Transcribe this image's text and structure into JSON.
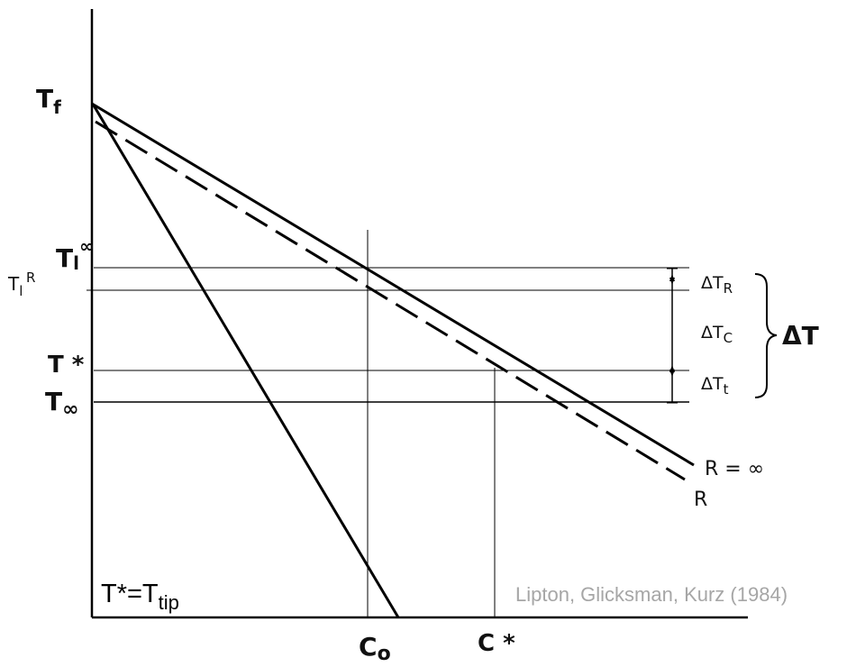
{
  "figure": {
    "y_axis_labels": {
      "t_f": "T",
      "t_f_sub": "f",
      "t_l_inf": "T",
      "t_l_inf_sub": "l",
      "t_l_inf_sup": "∞",
      "t_l_r": "T",
      "t_l_r_sub": "l",
      "t_l_r_sup": "R",
      "t_star": "T *",
      "t_inf": "T",
      "t_inf_sub": "∞"
    },
    "x_axis_labels": {
      "c_0": "C",
      "c_0_sub": "o",
      "c_star": "C *"
    },
    "undercooling": {
      "dt_r": "ΔT",
      "dt_r_sub": "R",
      "dt_c": "ΔT",
      "dt_c_sub": "C",
      "dt_t": "ΔT",
      "dt_t_sub": "t",
      "dt_total": "ΔT"
    },
    "line_labels": {
      "r_infinity": "R = ∞",
      "r": "R"
    },
    "formula": {
      "main": "T*=T",
      "sub": "tip"
    },
    "credit": "Lipton, Glicksman, Kurz (1984)"
  }
}
